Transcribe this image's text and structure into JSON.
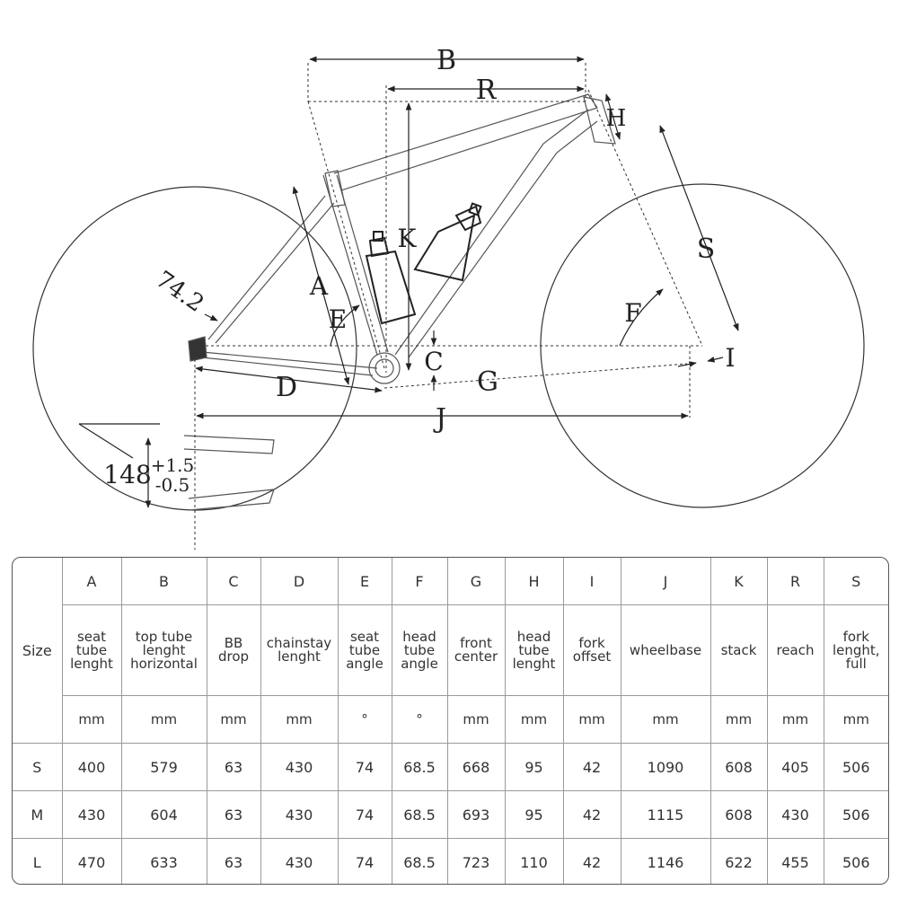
{
  "diagram": {
    "labels": {
      "B": "B",
      "R": "R",
      "H": "H",
      "K": "K",
      "S": "S",
      "A": "A",
      "E": "E",
      "F": "F",
      "C": "C",
      "I": "I",
      "D": "D",
      "G": "G",
      "J": "J"
    },
    "seat_angle": "74.2",
    "axle_width": "148",
    "axle_tol_plus": "+1.5",
    "axle_tol_minus": "-0.5"
  },
  "table": {
    "size_header": "Size",
    "columns": [
      {
        "letter": "A",
        "name": "seat tube lenght",
        "unit": "mm"
      },
      {
        "letter": "B",
        "name": "top tube lenght horizontal",
        "unit": "mm"
      },
      {
        "letter": "C",
        "name": "BB drop",
        "unit": "mm"
      },
      {
        "letter": "D",
        "name": "chainstay lenght",
        "unit": "mm"
      },
      {
        "letter": "E",
        "name": "seat tube angle",
        "unit": "°"
      },
      {
        "letter": "F",
        "name": "head tube angle",
        "unit": "°"
      },
      {
        "letter": "G",
        "name": "front center",
        "unit": "mm"
      },
      {
        "letter": "H",
        "name": "head tube lenght",
        "unit": "mm"
      },
      {
        "letter": "I",
        "name": "fork offset",
        "unit": "mm"
      },
      {
        "letter": "J",
        "name": "wheelbase",
        "unit": "mm"
      },
      {
        "letter": "K",
        "name": "stack",
        "unit": "mm"
      },
      {
        "letter": "R",
        "name": "reach",
        "unit": "mm"
      },
      {
        "letter": "S",
        "name": "fork lenght, full",
        "unit": "mm"
      }
    ],
    "rows": [
      {
        "size": "S",
        "values": [
          "400",
          "579",
          "63",
          "430",
          "74",
          "68.5",
          "668",
          "95",
          "42",
          "1090",
          "608",
          "405",
          "506"
        ]
      },
      {
        "size": "M",
        "values": [
          "430",
          "604",
          "63",
          "430",
          "74",
          "68.5",
          "693",
          "95",
          "42",
          "1115",
          "608",
          "430",
          "506"
        ]
      },
      {
        "size": "L",
        "values": [
          "470",
          "633",
          "63",
          "430",
          "74",
          "68.5",
          "723",
          "110",
          "42",
          "1146",
          "622",
          "455",
          "506"
        ]
      }
    ]
  }
}
